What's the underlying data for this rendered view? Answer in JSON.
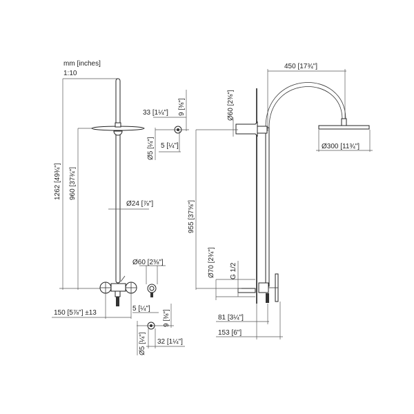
{
  "header": {
    "units": "mm [inches]",
    "scale": "1:10"
  },
  "front_view": {
    "overall_height": "1262 [49¾\"]",
    "head_height": "960 [37¾\"]",
    "pipe_diameter": "Ø24 [⅞\"]",
    "mixer_spacing": "150 [5⅞\"] ±13",
    "wall_plate_diameter": "Ø60 [2⅜\"]"
  },
  "detail_top": {
    "offset": "33 [1¼\"]",
    "depth": "9 [⅜\"]",
    "diameter": "Ø5 [¼\"]",
    "height": "5 [¼\"]"
  },
  "detail_bottom": {
    "height": "5 [¼\"]",
    "depth": "9 [⅜\"]",
    "diameter": "Ø5 [¼\"]",
    "offset": "32 [1¼\"]"
  },
  "side_view": {
    "arm_reach": "450 [17¾\"]",
    "head_diameter": "Ø300 [11¾\"]",
    "bracket_diameter": "Ø60 [2⅜\"]",
    "bracket_height": "955 [37⅝\"]",
    "escutcheon_diameter": "Ø70 [2¾\"]",
    "thread": "G 1/2",
    "pipe_projection": "81 [3¼\"]",
    "mixer_projection": "153 [6\"]"
  }
}
